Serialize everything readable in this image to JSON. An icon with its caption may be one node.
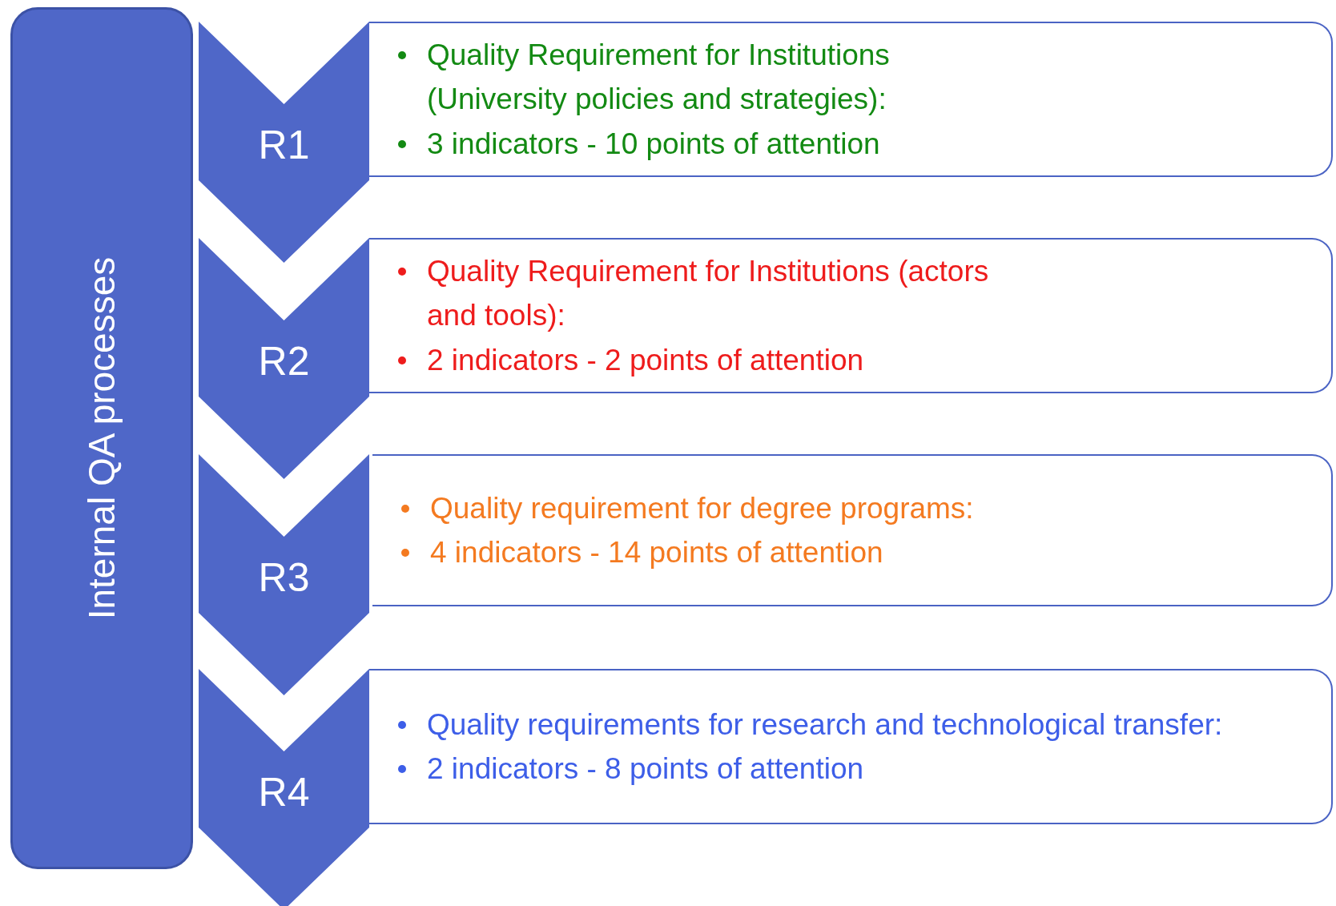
{
  "diagram": {
    "nodes": [
      {
        "text": [
          "Internal QA processes"
        ]
      },
      {
        "text": [
          "R1"
        ]
      },
      {
        "text": [
          "Quality Requirement for Institutions (University policies and strategies):",
          "3 indicators - 10 points of attention"
        ]
      },
      {
        "text": [
          "R2"
        ]
      },
      {
        "text": [
          "Quality Requirement for Institutions (actors and tools):",
          "2 indicators - 2 points of attention"
        ]
      },
      {
        "text": [
          "R3"
        ]
      },
      {
        "text": [
          "Quality requirement for degree programs:",
          "4 indicators - 14 points of attention"
        ]
      },
      {
        "text": [
          "R4"
        ]
      },
      {
        "text": [
          "Quality requirements for research and technological transfer:",
          "2 indicators - 8 points of attention"
        ]
      }
    ]
  }
}
